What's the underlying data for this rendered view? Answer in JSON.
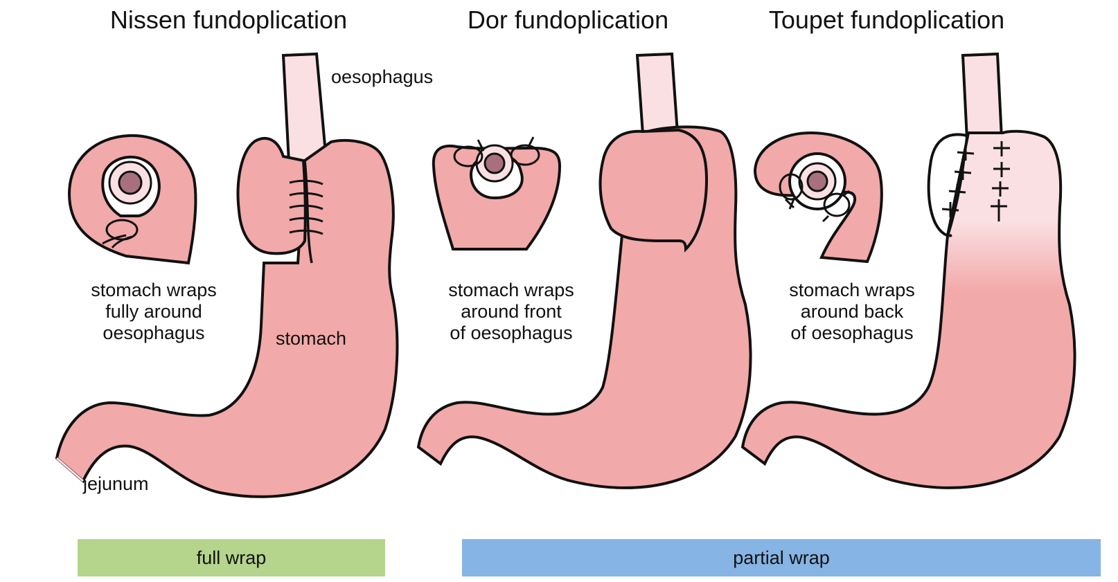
{
  "titles": {
    "nissen": "Nissen fundoplication",
    "dor": "Dor fundoplication",
    "toupet": "Toupet fundoplication"
  },
  "labels": {
    "oesophagus": "oesophagus",
    "stomach": "stomach",
    "jejunum": "jejunum"
  },
  "captions": {
    "nissen": [
      "stomach wraps",
      "fully around",
      "oesophagus"
    ],
    "dor": [
      "stomach wraps",
      "around front",
      "of oesophagus"
    ],
    "toupet": [
      "stomach wraps",
      "around back",
      "of oesophagus"
    ]
  },
  "bands": {
    "full": {
      "label": "full wrap",
      "color": "#b5d48c"
    },
    "partial": {
      "label": "partial wrap",
      "color": "#86b4e4"
    }
  },
  "colors": {
    "stomach": "#f2a9a9",
    "oesophagus": "#fbe0e3",
    "lumen": "#a8707f",
    "outline": "#111111"
  }
}
